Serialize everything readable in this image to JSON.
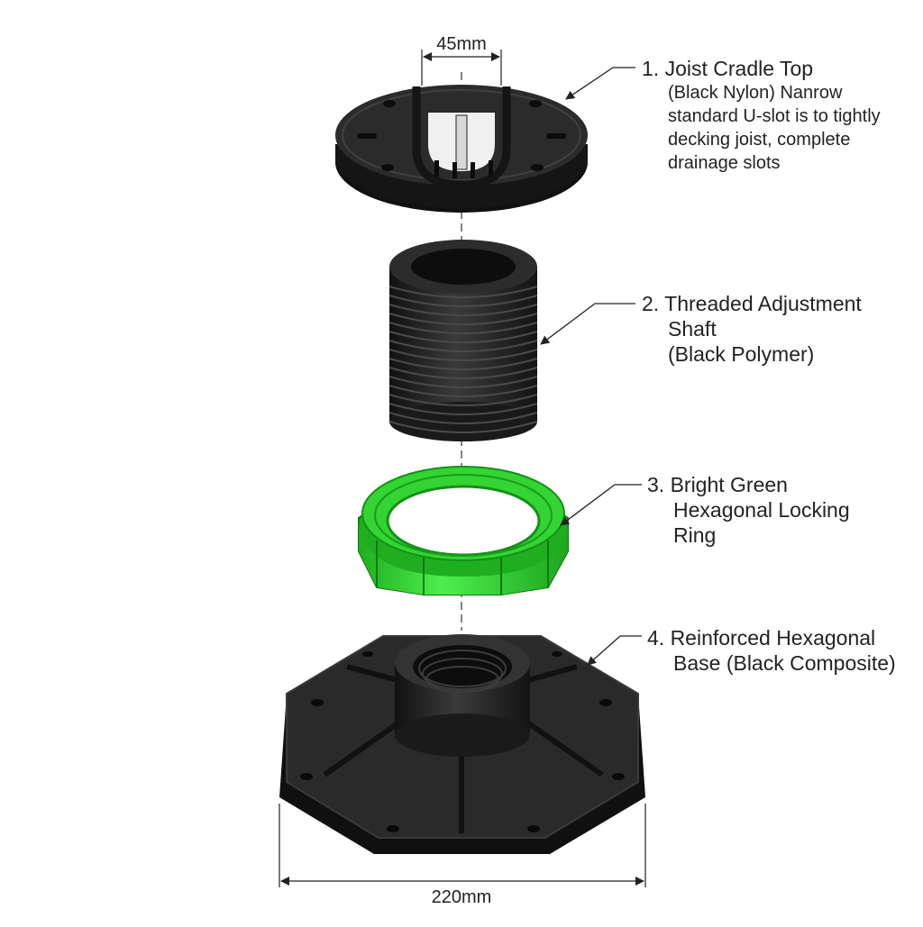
{
  "dimensions": {
    "top_width": "45mm",
    "base_width": "220mm"
  },
  "parts": [
    {
      "number_title": "1. Joist Cradle Top",
      "desc": [
        "(Black Nylon) Nanrow",
        "standard U-slot is to tightly",
        "decking joist, complete",
        "drainage slots"
      ]
    },
    {
      "number_title": "2. Threaded Adjustment",
      "desc": [
        "Shaft",
        "(Black Polymer)"
      ]
    },
    {
      "number_title": "3. Bright Green",
      "desc": [
        "Hexagonal Locking",
        "Ring"
      ]
    },
    {
      "number_title": "4. Reinforced Hexagonal",
      "desc": [
        "Base (Black Composite)"
      ]
    }
  ],
  "colors": {
    "black_part": "#1e1e1e",
    "green_part": "#2fd62f",
    "line": "#222222"
  }
}
